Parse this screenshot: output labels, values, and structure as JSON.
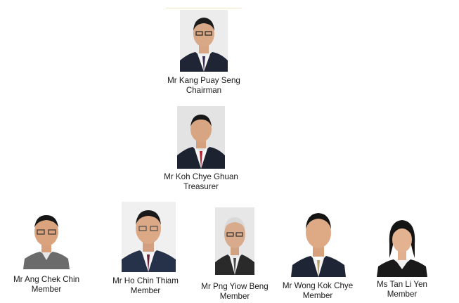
{
  "members": [
    {
      "id": "kang",
      "name": "Mr Kang Puay Seng",
      "role": "Chairman"
    },
    {
      "id": "koh",
      "name": "Mr Koh Chye Ghuan",
      "role": "Treasurer"
    },
    {
      "id": "ang",
      "name": "Mr Ang Chek Chin",
      "role": "Member"
    },
    {
      "id": "ho",
      "name": "Mr Ho Chin Thiam",
      "role": "Member"
    },
    {
      "id": "png",
      "name": "Mr Png Yiow Beng",
      "role": "Member"
    },
    {
      "id": "wong",
      "name": "Mr Wong Kok Chye",
      "role": "Member"
    },
    {
      "id": "tan",
      "name": "Ms Tan Li Yen",
      "role": "Member"
    }
  ],
  "colors": {
    "suit_dark": "#1d2535",
    "shirt": "#f2f2f2",
    "skin": "#d9a887",
    "hair": "#1a1a1a",
    "bg_grey": "#e9e9e9"
  }
}
